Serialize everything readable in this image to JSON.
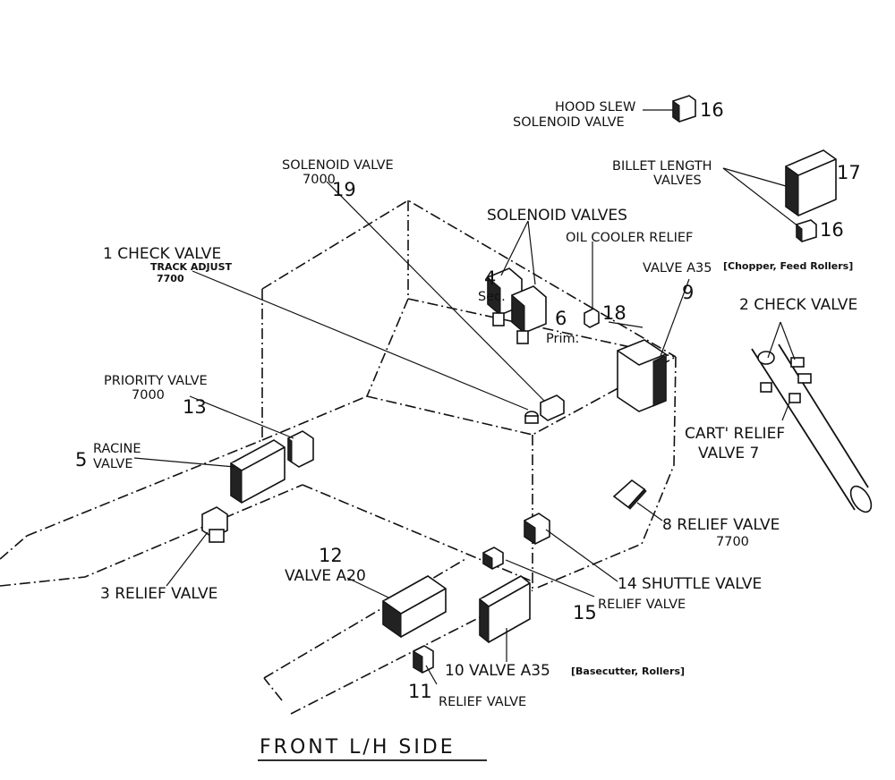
{
  "title": "FRONT L/H SIDE",
  "labels": {
    "hood_slew_line1": "HOOD SLEW",
    "hood_slew_line2": "SOLENOID VALVE",
    "hood_slew_num": "16",
    "billet_line1": "BILLET LENGTH",
    "billet_line2": "VALVES",
    "billet_num_17": "17",
    "billet_num_16": "16",
    "sol7000_line1": "SOLENOID VALVE",
    "sol7000_line2": "7000",
    "sol7000_num": "19",
    "solenoid_valves": "SOLENOID VALVES",
    "oil_cooler": "OIL COOLER RELIEF",
    "check1": "1 CHECK VALVE",
    "check1_sub1": "TRACK ADJUST",
    "check1_sub2": "7700",
    "sec_num": "4",
    "sec_label": "Sec.",
    "prim_num": "6",
    "prim_label": "Prim.",
    "num_18": "18",
    "valve_a35_top": "VALVE A35",
    "valve_a35_top_sub": "[Chopper, Feed Rollers]",
    "num_9": "9",
    "check2": "2 CHECK VALVE",
    "priority_line1": "PRIORITY VALVE",
    "priority_line2": "7000",
    "num_13": "13",
    "racine_num": "5",
    "racine_line1": "RACINE",
    "racine_line2": "VALVE",
    "cart_relief_line1": "CART' RELIEF",
    "cart_relief_line2": "VALVE 7",
    "relief8": "8 RELIEF VALVE",
    "relief8_sub": "7700",
    "num_12": "12",
    "valve_a20": "VALVE A20",
    "relief3": "3 RELIEF VALVE",
    "shuttle14": "14 SHUTTLE VALVE",
    "num_15": "15",
    "relief15": "RELIEF VALVE",
    "valve10": "10 VALVE A35",
    "valve10_sub": "[Basecutter, Rollers]",
    "num_11": "11",
    "relief11": "RELIEF VALVE"
  }
}
